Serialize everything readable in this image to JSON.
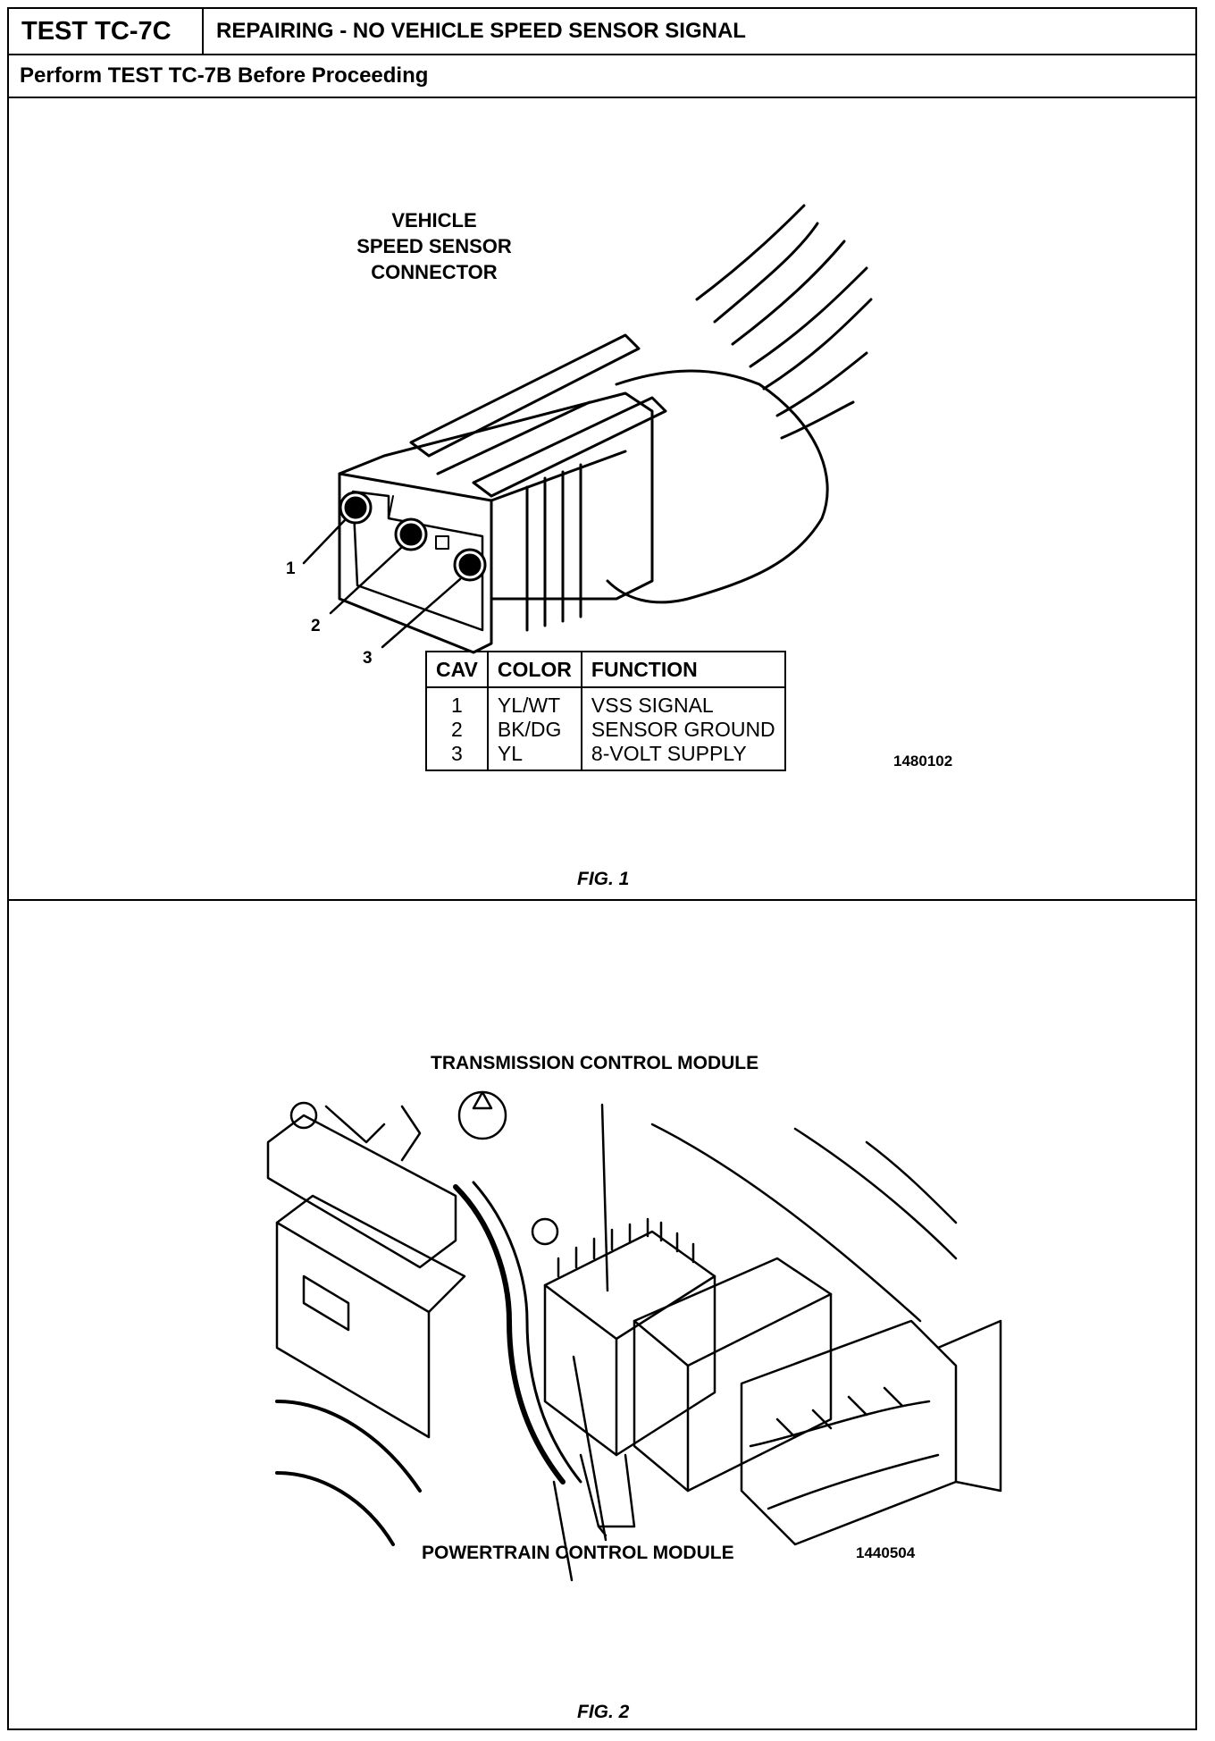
{
  "header": {
    "test_id": "TEST TC-7C",
    "title": "REPAIRING - NO VEHICLE SPEED SENSOR SIGNAL",
    "prerequisite": "Perform TEST TC-7B Before Proceeding"
  },
  "figure1": {
    "label_lines": [
      "VEHICLE",
      "SPEED SENSOR",
      "CONNECTOR"
    ],
    "cavity_callouts": [
      "1",
      "2",
      "3"
    ],
    "table": {
      "headers": [
        "CAV",
        "COLOR",
        "FUNCTION"
      ],
      "rows": [
        {
          "cav": "1",
          "color": "YL/WT",
          "function": "VSS SIGNAL"
        },
        {
          "cav": "2",
          "color": "BK/DG",
          "function": "SENSOR GROUND"
        },
        {
          "cav": "3",
          "color": "YL",
          "function": "8-VOLT SUPPLY"
        }
      ]
    },
    "figure_number": "1480102",
    "caption": "FIG. 1"
  },
  "figure2": {
    "label_top": "TRANSMISSION CONTROL MODULE",
    "label_bottom": "POWERTRAIN CONTROL MODULE",
    "figure_number": "1440504",
    "caption": "FIG. 2"
  }
}
